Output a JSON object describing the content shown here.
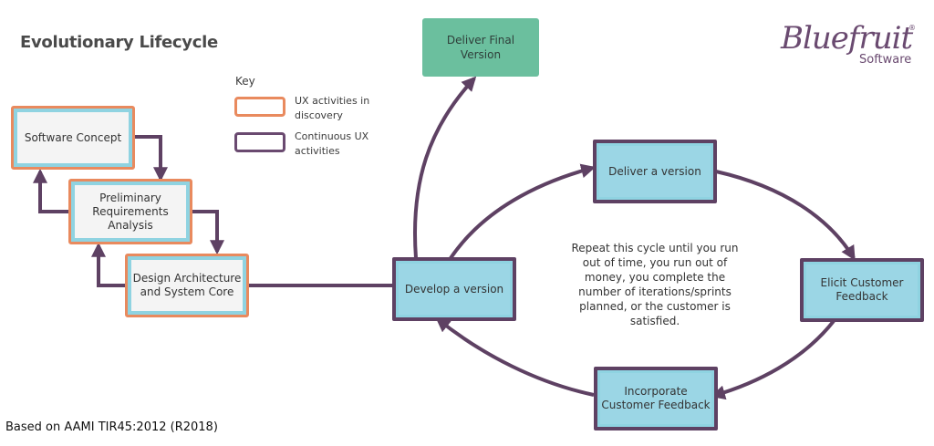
{
  "title": "Evolutionary Lifecycle",
  "key": {
    "heading": "Key",
    "items": [
      {
        "label": "UX activities in discovery",
        "color": "#e98a5e"
      },
      {
        "label": "Continuous UX activities",
        "color": "#6a4a70"
      }
    ]
  },
  "discovery": {
    "software_concept": "Software Concept",
    "requirements": "Preliminary Requirements Analysis",
    "design": "Design Architecture and System Core"
  },
  "cycle": {
    "develop": "Develop a version",
    "deliver": "Deliver a version",
    "elicit": "Elicit Customer Feedback",
    "incorporate": "Incorporate Customer Feedback",
    "final": "Deliver Final Version",
    "note": "Repeat this cycle until you run out of time, you run out of money, you complete the number of iterations/sprints planned, or the customer is satisfied."
  },
  "logo": {
    "script": "Bluefruit",
    "sub": "Software"
  },
  "footer": "Based on AAMI TIR45:2012 (R2018)",
  "colors": {
    "purple": "#5e4163",
    "orange": "#e98a5e",
    "cyan": "#8fd3e1",
    "green": "#6bbf9e"
  }
}
